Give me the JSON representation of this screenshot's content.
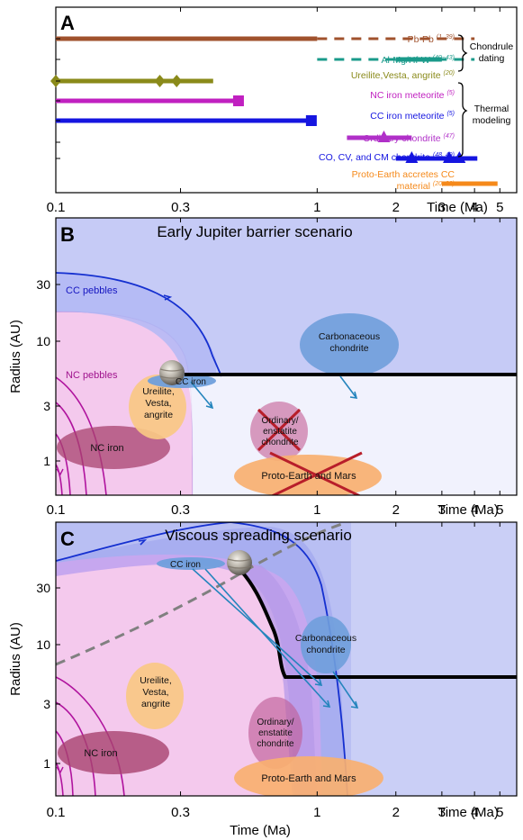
{
  "colors": {
    "pbpb": "#a0522d",
    "almg": "#1a9a8a",
    "ureilite": "#8a8a1a",
    "nciron": "#c020c0",
    "cciron": "#1515e0",
    "ordinary": "#b030c8",
    "co": "#1515e0",
    "proto": "#f5891a",
    "ccpebble": "#1530d0",
    "ncpebble": "#b0149e",
    "blueBg": "#c7ccf7",
    "pinkBg": "#f3c8ec"
  },
  "chart_data": [
    {
      "type": "timeline",
      "panel": "A",
      "xlabel": "Time (Ma)",
      "xscale": "log",
      "xlim": [
        0.1,
        5.8
      ],
      "xticks": [
        "0.1",
        "0.3",
        "1",
        "2",
        "3",
        "4",
        "5"
      ],
      "group_labels": [
        "Chondrule dating",
        "Thermal modeling"
      ],
      "rows": [
        {
          "label": "Pb-Pb",
          "ref": "(1, 39)",
          "solid": [
            0.1,
            1.0
          ],
          "dashed": [
            1.0,
            4.0
          ],
          "markers": [],
          "marker": "none"
        },
        {
          "label": "Al-Mg/Hf-W",
          "ref": "(40−43)",
          "solid": [
            2.0,
            3.0
          ],
          "dashed": [
            1.0,
            4.0
          ],
          "markers": [],
          "marker": "none"
        },
        {
          "label": "Ureilite,Vesta, angrite",
          "ref": "(20)",
          "solid": [
            0.1,
            0.4
          ],
          "markers": [
            0.1,
            0.25,
            0.29
          ],
          "marker": "diamond"
        },
        {
          "label": "NC iron meteorite",
          "ref": "(5)",
          "solid": [
            0.1,
            0.5
          ],
          "markers": [
            0.5
          ],
          "marker": "square"
        },
        {
          "label": "CC iron meteorite",
          "ref": "(5)",
          "solid": [
            0.1,
            0.95
          ],
          "markers": [
            0.95
          ],
          "marker": "square"
        },
        {
          "label": "Ordinary chondrite",
          "ref": "(47)",
          "solid": [
            1.3,
            2.3
          ],
          "markers": [
            1.8
          ],
          "marker": "triangle"
        },
        {
          "label": "CO, CV, and CM chondrite",
          "ref": "(48, 49)",
          "solid": [
            2.0,
            4.1
          ],
          "markers": [
            2.3,
            3.2,
            3.5
          ],
          "marker": "triangle"
        },
        {
          "label": "Proto-Earth accretes CC material",
          "ref": "(20, 22)",
          "solid": [
            3.0,
            4.9
          ],
          "markers": [],
          "marker": "none"
        }
      ]
    },
    {
      "type": "schematic",
      "panel": "B",
      "title": "Early Jupiter  barrier scenario",
      "xlabel": "Time (Ma)",
      "ylabel": "Radius (AU)",
      "xscale": "log",
      "yscale": "log",
      "xticks": [
        "0.1",
        "0.3",
        "1",
        "2",
        "3",
        "4",
        "5"
      ],
      "yticks": [
        "1",
        "3",
        "10",
        "30"
      ],
      "labels": [
        "CC pebbles",
        "NC pebbles",
        "CC iron",
        "Carbonaceous chondrite",
        "Ureilite, Vesta, angrite",
        "Ordinary/ enstatite chondrite",
        "NC iron",
        "Proto-Earth and Mars"
      ]
    },
    {
      "type": "schematic",
      "panel": "C",
      "title": "Viscous spreading  scenario",
      "xlabel": "Time (Ma)",
      "ylabel": "Radius (AU)",
      "xscale": "log",
      "yscale": "log",
      "xticks": [
        "0.1",
        "0.3",
        "1",
        "2",
        "3",
        "4",
        "5"
      ],
      "yticks": [
        "1",
        "3",
        "10",
        "30"
      ],
      "labels": [
        "CC iron",
        "Carbonaceous chondrite",
        "Ureilite, Vesta, angrite",
        "Ordinary/ enstatite chondrite",
        "NC iron",
        "Proto-Earth and Mars"
      ]
    }
  ]
}
